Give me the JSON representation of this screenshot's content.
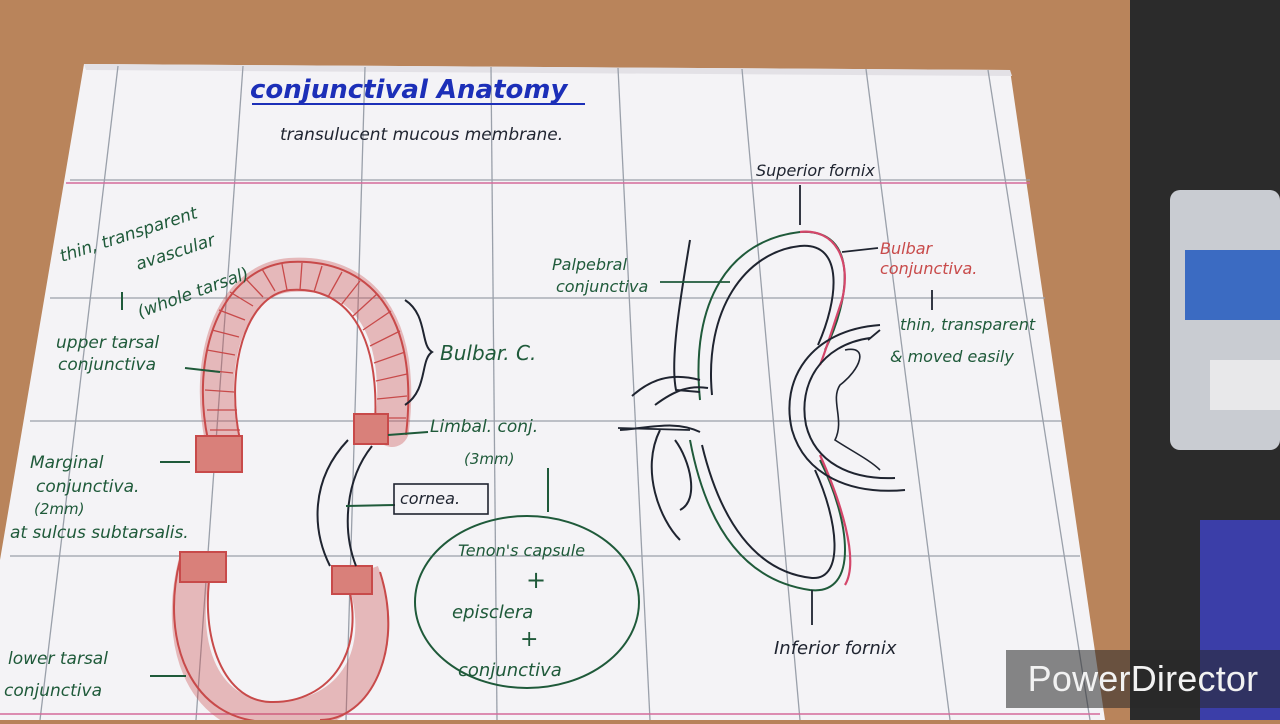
{
  "notes": {
    "title": "conjunctival Anatomy",
    "subtitle": "transulucent mucous membrane.",
    "thin_transparent": "thin, transparent",
    "avascular": "avascular",
    "whole_tarsal": "(whole tarsal)",
    "upper_tarsal_1": "upper tarsal",
    "upper_tarsal_2": "conjunctiva",
    "marginal_1": "Marginal",
    "marginal_2": "conjunctiva.",
    "marginal_3": "(2mm)",
    "marginal_4": "at sulcus subtarsalis.",
    "lower_tarsal_1": "lower tarsal",
    "lower_tarsal_2": "conjunctiva",
    "bulbar_c": "Bulbar. C.",
    "limbal_1": "Limbal. conj.",
    "limbal_2": "(3mm)",
    "cornea": "cornea.",
    "tenons": "Tenon's capsule",
    "plus_1": "+",
    "episclera": "episclera",
    "plus_2": "+",
    "conjunctiva_bottom": "conjunctiva",
    "superior_fornix": "Superior fornix",
    "palpebral_1": "Palpebral",
    "palpebral_2": "conjunctiva",
    "bulbar_conj_1": "Bulbar",
    "bulbar_conj_2": "conjunctiva.",
    "thin_transparent_2": "thin, transparent",
    "moved_easily": "& moved easily",
    "inferior_fornix": "Inferior fornix"
  },
  "watermark": "PowerDirector",
  "colors": {
    "ink_blue": "#1c2fb8",
    "ink_dark": "#1f2430",
    "ink_green": "#1f5a3a",
    "ink_red": "#c84a4a",
    "ink_pink_line": "#d46a9a"
  }
}
